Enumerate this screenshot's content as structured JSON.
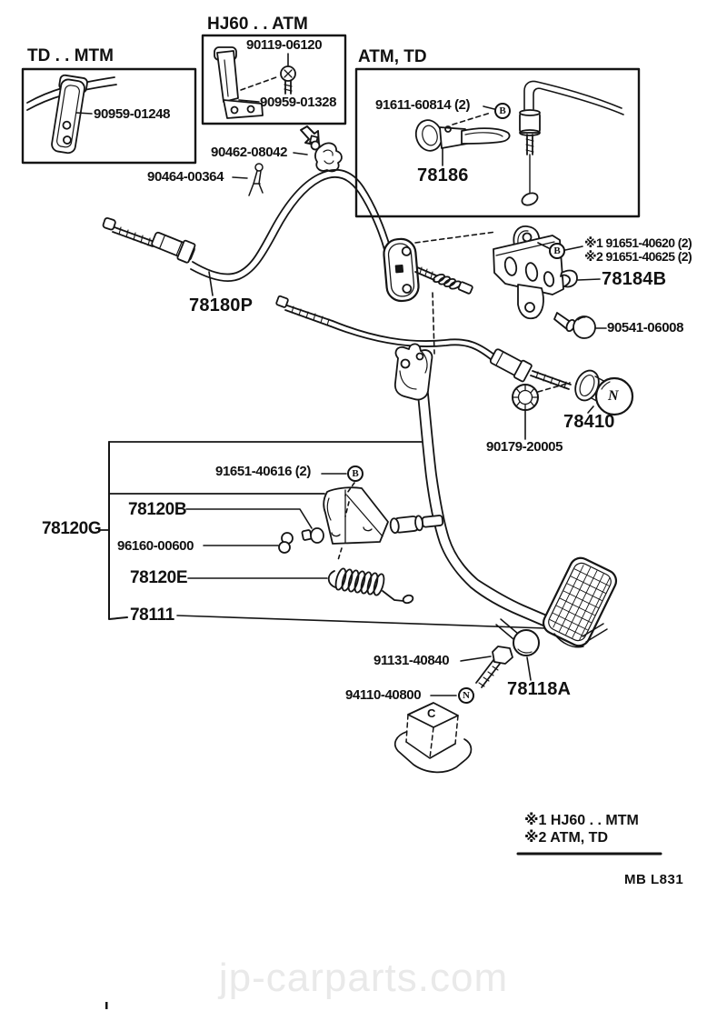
{
  "watermark": "jp-carparts.com",
  "footer_code": "MB  L831",
  "boxes": {
    "td_mtm_title": "TD . . MTM",
    "hj60_atm_title": "HJ60 . . ATM",
    "atm_td_title": "ATM, TD"
  },
  "labels": {
    "l90959_01248": "90959-01248",
    "l90119_06120": "90119-06120",
    "l90959_01328": "90959-01328",
    "l91611_60814": "91611-60814 (2)",
    "l78186": "78186",
    "l90462_08042": "90462-08042",
    "l90464_00364": "90464-00364",
    "l78180P": "78180P",
    "l91651_40620": "※1 91651-40620 (2)",
    "l91651_40625": "※2 91651-40625 (2)",
    "l78184B": "78184B",
    "l90541_06008": "90541-06008",
    "l78410": "78410",
    "l90179_20005": "90179-20005",
    "l91651_40616": "91651-40616 (2)",
    "l78120B": "78120B",
    "l78120G": "78120G",
    "l96160_00600": "96160-00600",
    "l78120E": "78120E",
    "l78111": "78111",
    "l91131_40840": "91131-40840",
    "l94110_40800": "94110-40800",
    "l78118A": "78118A"
  },
  "callouts": {
    "b": "B",
    "n": "N",
    "knob": "N",
    "stopper": "C"
  },
  "legend": {
    "line1": "※1 HJ60 . . MTM",
    "line2": "※2 ATM, TD"
  }
}
